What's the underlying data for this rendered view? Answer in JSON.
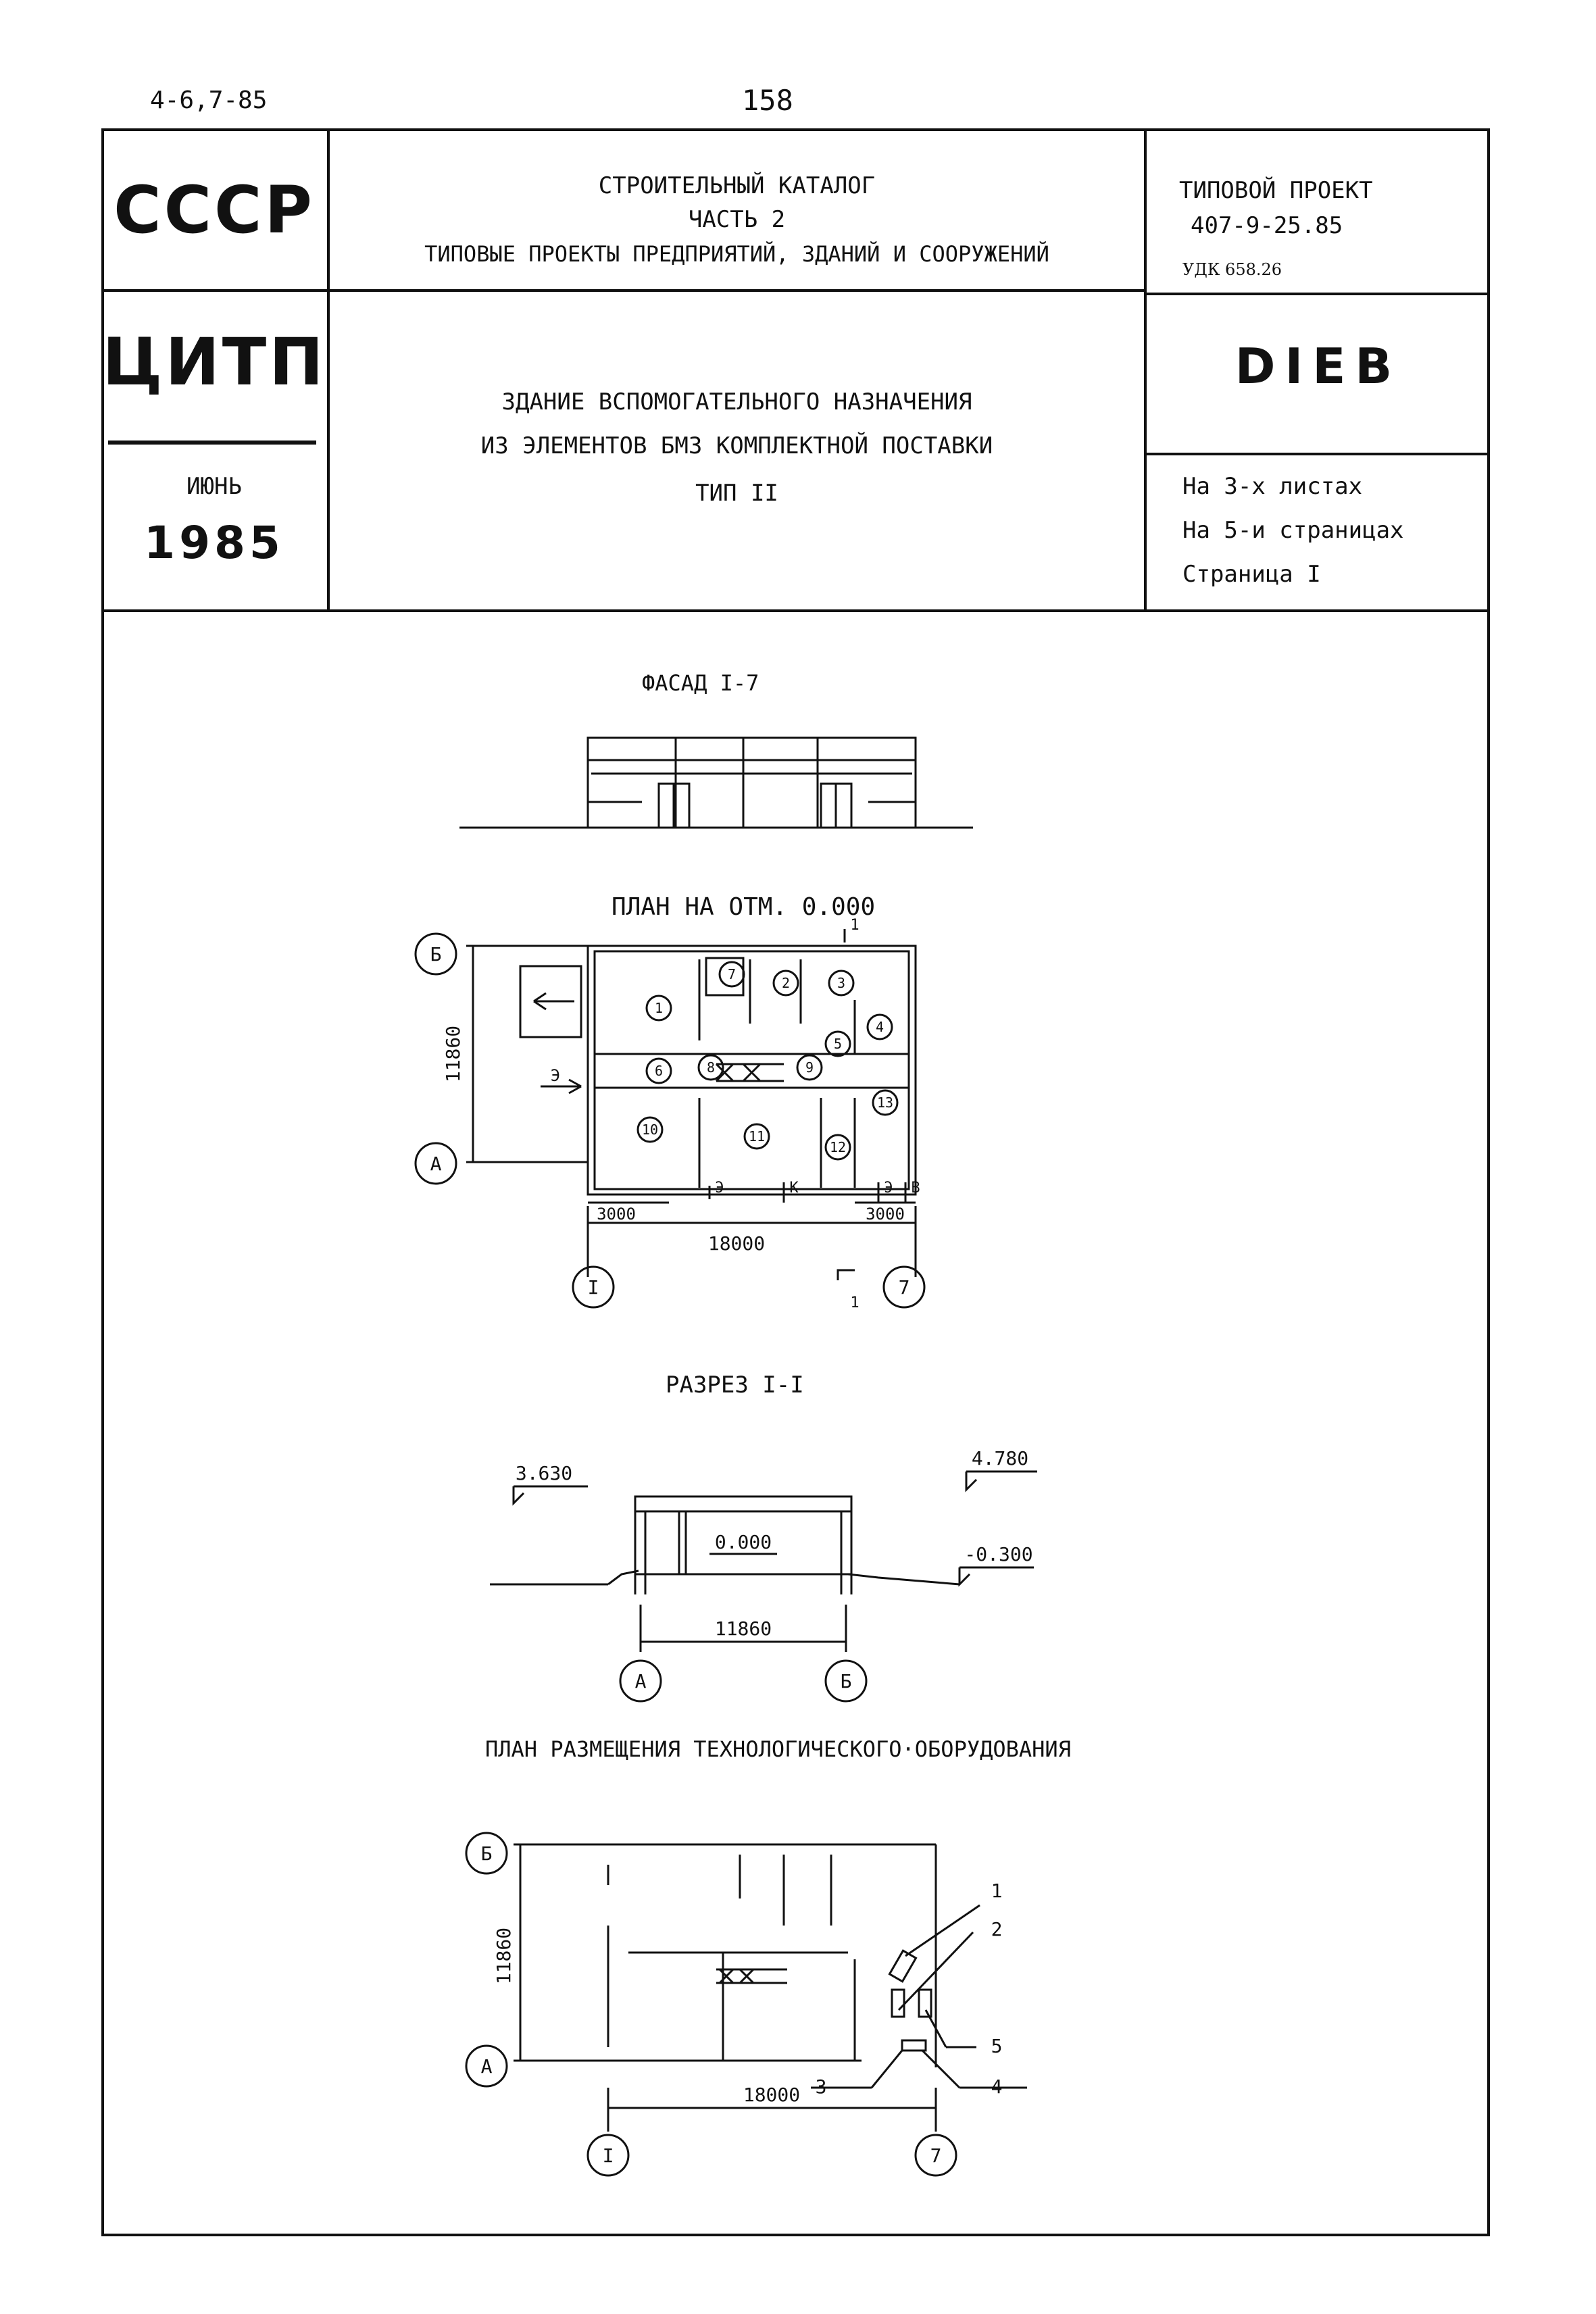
{
  "header": {
    "doc_code": "4-6,7-85",
    "page_number": "158"
  },
  "stamp": {
    "org1": "СССР",
    "org2": "ЦИТП",
    "month": "ИЮНЬ",
    "year": "1985",
    "catalog_line1": "СТРОИТЕЛЬНЫЙ КАТАЛОГ",
    "catalog_line2": "ЧАСТЬ 2",
    "catalog_line3": "ТИПОВЫЕ ПРОЕКТЫ ПРЕДПРИЯТИЙ, ЗДАНИЙ И СООРУЖЕНИЙ",
    "project_label": "ТИПОВОЙ ПРОЕКТ",
    "project_number": "407-9-25.85",
    "udk": "УДК 658.26",
    "title_line1": "ЗДАНИЕ ВСПОМОГАТЕЛЬНОГО НАЗНАЧЕНИЯ",
    "title_line2": "ИЗ ЭЛЕМЕНТОВ БМЗ  КОМПЛЕКТНОЙ ПОСТАВКИ",
    "title_line3": "ТИП II",
    "code": "DIEB",
    "sheets": "На 3-х листах",
    "pages": "На 5-и страницах",
    "page": "Страница I"
  },
  "facade": {
    "title": "ФАСАД I-7"
  },
  "plan": {
    "title": "ПЛАН НА ОТМ. 0.000",
    "section_mark": "1",
    "axis_b": "Б",
    "axis_a": "А",
    "axis_1": "I",
    "axis_7": "7",
    "dim_height": "11860",
    "dim_total": "18000",
    "dim_left": "3000",
    "dim_right": "3000",
    "rooms": [
      "1",
      "2",
      "3",
      "4",
      "5",
      "6",
      "7",
      "8",
      "9",
      "10",
      "11",
      "12",
      "13"
    ],
    "entry_labels": [
      "Э",
      "Э",
      "К",
      "Э",
      "В"
    ]
  },
  "section": {
    "title": "РАЗРЕЗ I-I",
    "level_left": "3.630",
    "level_right_top": "4.780",
    "level_floor": "0.000",
    "level_ground": "-0.300",
    "dim": "11860",
    "axis_a": "А",
    "axis_b": "Б"
  },
  "equipment_plan": {
    "title": "ПЛАН РАЗМЕЩЕНИЯ ТЕХНОЛОГИЧЕСКОГО·ОБОРУДОВАНИЯ",
    "axis_b": "Б",
    "axis_a": "А",
    "axis_1": "I",
    "axis_7": "7",
    "dim_height": "11860",
    "dim_total": "18000",
    "callouts": [
      "1",
      "2",
      "3",
      "4",
      "5"
    ]
  }
}
